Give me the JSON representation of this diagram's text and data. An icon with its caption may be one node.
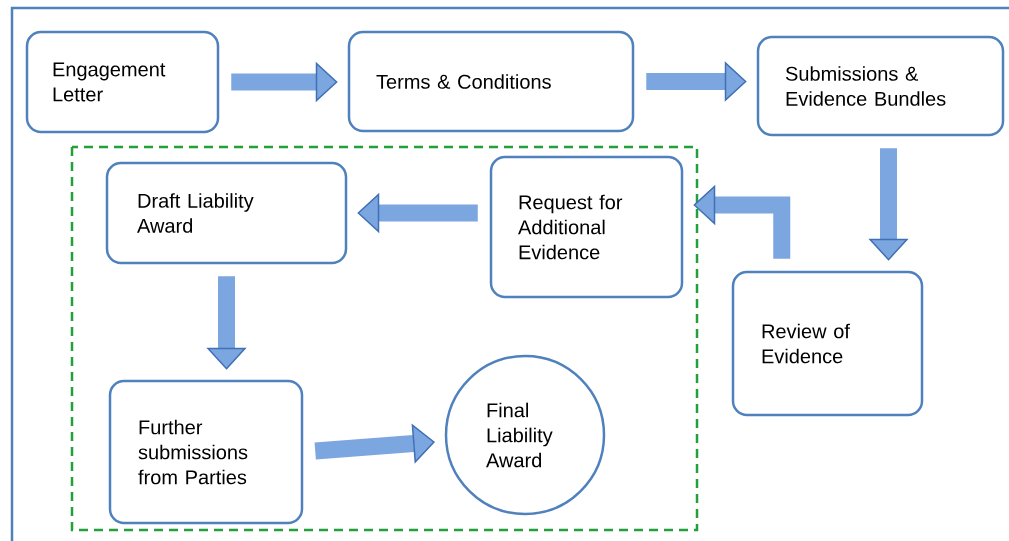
{
  "diagram": {
    "nodes": [
      {
        "text": [
          "Engagement Letter"
        ]
      },
      {
        "text": [
          "Terms & Conditions"
        ]
      },
      {
        "text": [
          "Submissions & Evidence Bundles"
        ]
      },
      {
        "text": [
          "Review of Evidence"
        ]
      },
      {
        "text": [
          "Request for Additional Evidence"
        ]
      },
      {
        "text": [
          "Draft Liability Award"
        ]
      },
      {
        "text": [
          "Further submissions from Parties"
        ]
      },
      {
        "text": [
          "Final Liability Award"
        ]
      }
    ],
    "edges": [
      {
        "from": 0,
        "to": 1,
        "arrow": "to"
      },
      {
        "from": 1,
        "to": 2,
        "arrow": "to"
      },
      {
        "from": 2,
        "to": 3,
        "arrow": "to"
      },
      {
        "from": 3,
        "to": 4,
        "arrow": "to"
      },
      {
        "from": 4,
        "to": 5,
        "arrow": "to"
      },
      {
        "from": 5,
        "to": 6,
        "arrow": "to"
      },
      {
        "from": 6,
        "to": 7,
        "arrow": "to"
      }
    ]
  }
}
